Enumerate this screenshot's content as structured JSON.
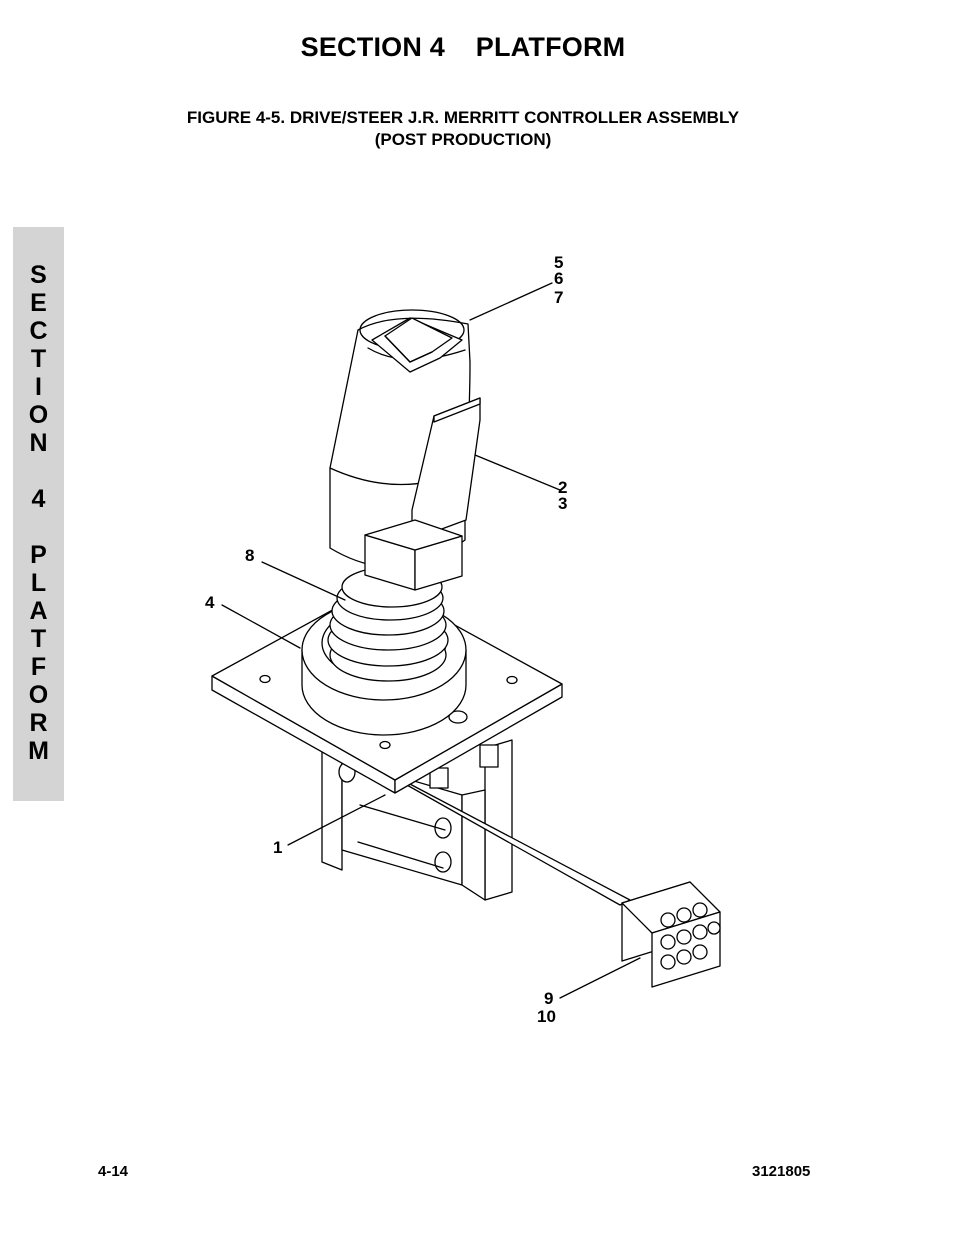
{
  "header": {
    "section_title": "SECTION 4    PLATFORM",
    "figure_title_line1": "FIGURE 4-5. DRIVE/STEER J.R. MERRITT CONTROLLER ASSEMBLY",
    "figure_title_line2": "(POST PRODUCTION)"
  },
  "side_tab": {
    "letters": [
      "S",
      "E",
      "C",
      "T",
      "I",
      "O",
      "N",
      "4",
      "P",
      "L",
      "A",
      "T",
      "F",
      "O",
      "R",
      "M"
    ]
  },
  "callouts": {
    "c5": "5",
    "c6": "6",
    "c7": "7",
    "c2": "2",
    "c3": "3",
    "c8": "8",
    "c4": "4",
    "c1": "1",
    "c9": "9",
    "c10": "10"
  },
  "footer": {
    "page_number": "4-14",
    "doc_number": "3121805"
  }
}
